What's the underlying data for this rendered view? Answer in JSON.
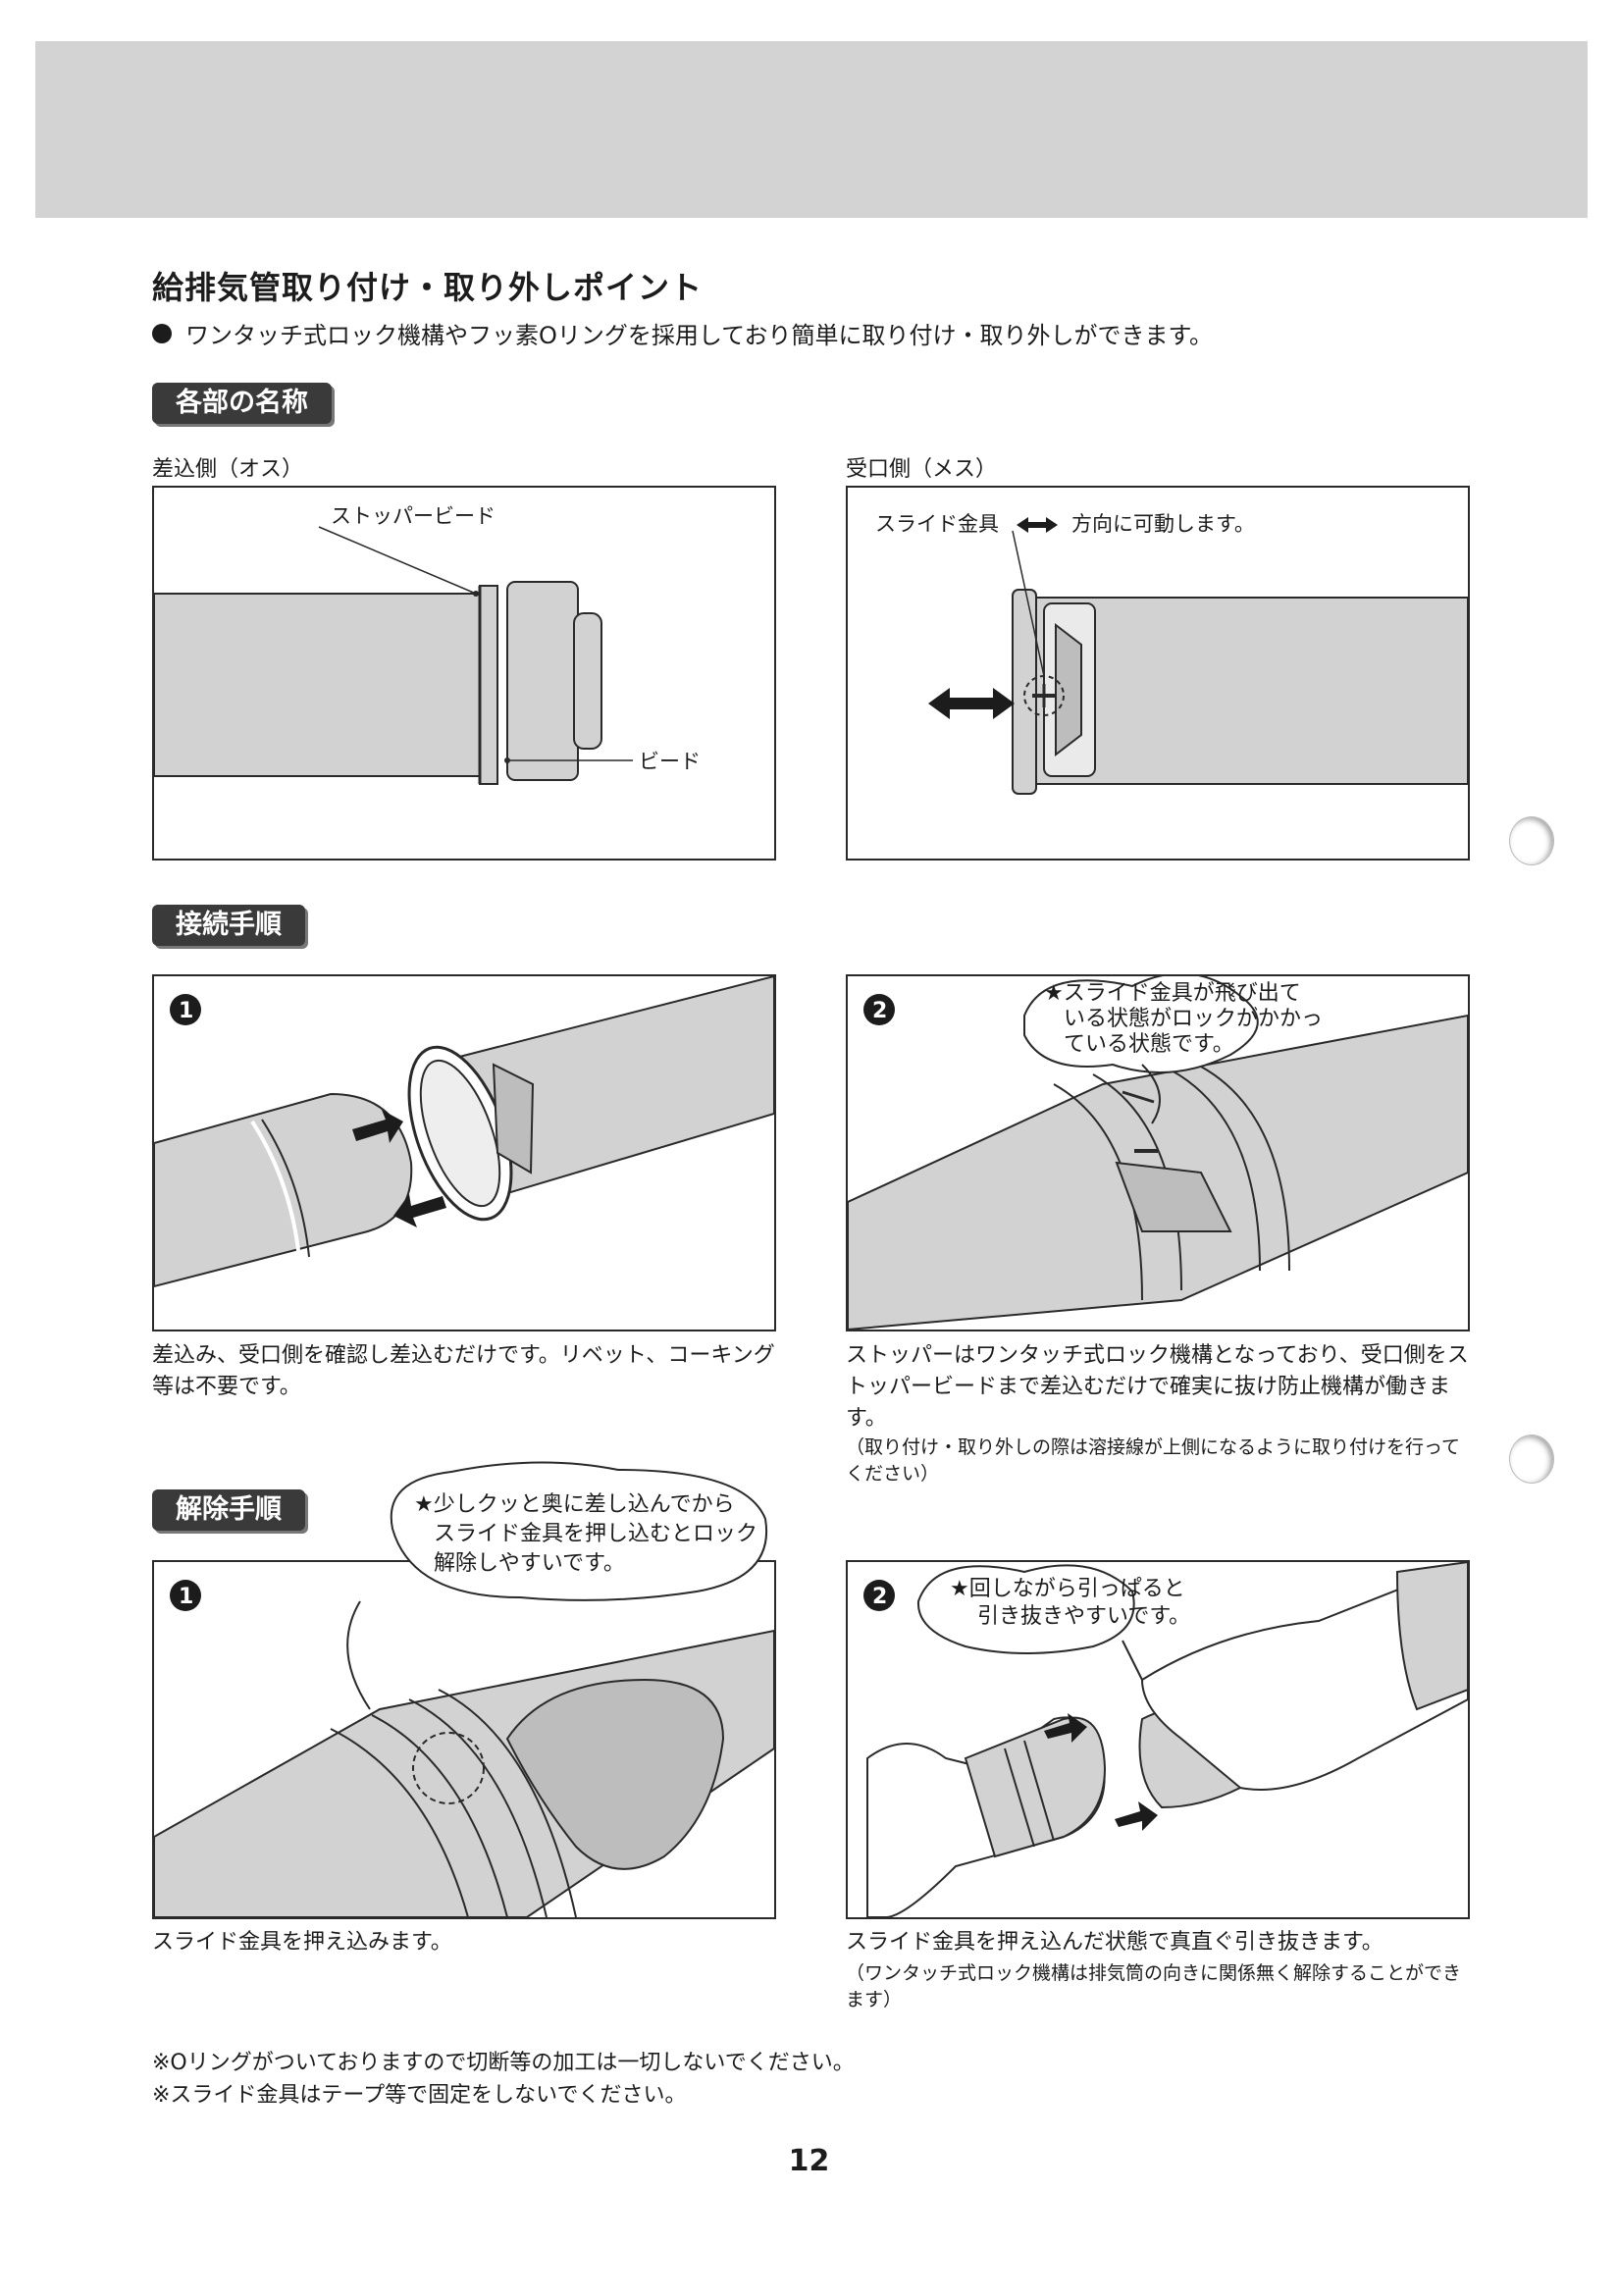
{
  "title": "給排気管取り付け・取り外しポイント",
  "lead": "ワンタッチ式ロック機構やフッ素Oリングを採用しており簡単に取り付け・取り外しができます。",
  "section_names": {
    "pill": "各部の名称",
    "male_label": "差込側（オス）",
    "female_label": "受口側（メス）",
    "stopper_bead": "ストッパービード",
    "bead": "ビード",
    "slide_fitting": "スライド金具",
    "movable_text": "方向に可動します。"
  },
  "section_connect": {
    "pill": "接続手順",
    "step1_num": "1",
    "step2_num": "2",
    "step2_bubble": [
      "★スライド金具が飛び出て",
      "いる状態がロックがかかっ",
      "ている状態です。"
    ],
    "caption1": "差込み、受口側を確認し差込むだけです。リベット、コーキング等は不要です。",
    "caption2": "ストッパーはワンタッチ式ロック機構となっており、受口側をストッパービードまで差込むだけで確実に抜け防止機構が働きます。",
    "note2": "（取り付け・取り外しの際は溶接線が上側になるように取り付けを行ってください）"
  },
  "section_release": {
    "pill": "解除手順",
    "step1_num": "1",
    "step2_num": "2",
    "bubble1": [
      "★少しクッと奥に差し込んでから",
      "スライド金具を押し込むとロック",
      "解除しやすいです。"
    ],
    "bubble2": [
      "★回しながら引っぱると",
      "引き抜きやすいです。"
    ],
    "caption1": "スライド金具を押え込みます。",
    "caption2": "スライド金具を押え込んだ状態で真直ぐ引き抜きます。",
    "note2": "（ワンタッチ式ロック機構は排気筒の向きに関係無く解除することができます）"
  },
  "footnotes": [
    "※Oリングがついておりますので切断等の加工は一切しないでください。",
    "※スライド金具はテープ等で固定をしないでください。"
  ],
  "page_number": "12",
  "colors": {
    "pipe": "#d2d2d2",
    "outline": "#2a2a2a",
    "pill_bg": "#3a3a3a",
    "header_band": "#d3d3d3"
  }
}
